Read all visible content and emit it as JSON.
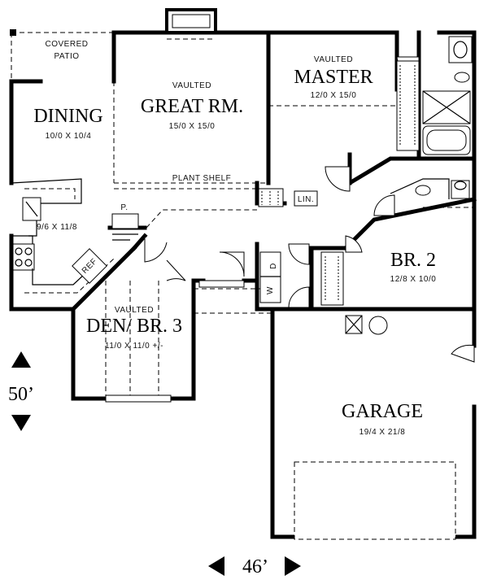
{
  "rooms": {
    "covered_patio": {
      "line1": "COVERED",
      "line2": "PATIO"
    },
    "dining": {
      "name": "DINING",
      "dims": "10/0 X 10/4"
    },
    "great_room": {
      "note": "VAULTED",
      "name": "GREAT RM.",
      "dims": "15/0 X 15/0"
    },
    "master": {
      "note": "VAULTED",
      "name": "MASTER",
      "dims": "12/0 X 15/0"
    },
    "kitchen": {
      "dims": "9/6 X 11/8"
    },
    "pantry": {
      "label": "P."
    },
    "refrigerator": {
      "label": "REF"
    },
    "linen": {
      "label": "LIN."
    },
    "washer_dryer": {
      "w": "W",
      "d": "D"
    },
    "den": {
      "note": "VAULTED",
      "name": "DEN/ BR. 3",
      "dims": "11/0 X 11/0 +/-"
    },
    "br2": {
      "name": "BR. 2",
      "dims": "12/8 X 10/0"
    },
    "garage": {
      "name": "GARAGE",
      "dims": "19/4 X 21/8"
    }
  },
  "annotations": {
    "plant_shelf": "PLANT SHELF"
  },
  "overall": {
    "depth": "50’",
    "width": "46’"
  },
  "icons": [
    "arrow-up-icon",
    "arrow-down-icon",
    "arrow-left-icon",
    "arrow-right-icon"
  ]
}
